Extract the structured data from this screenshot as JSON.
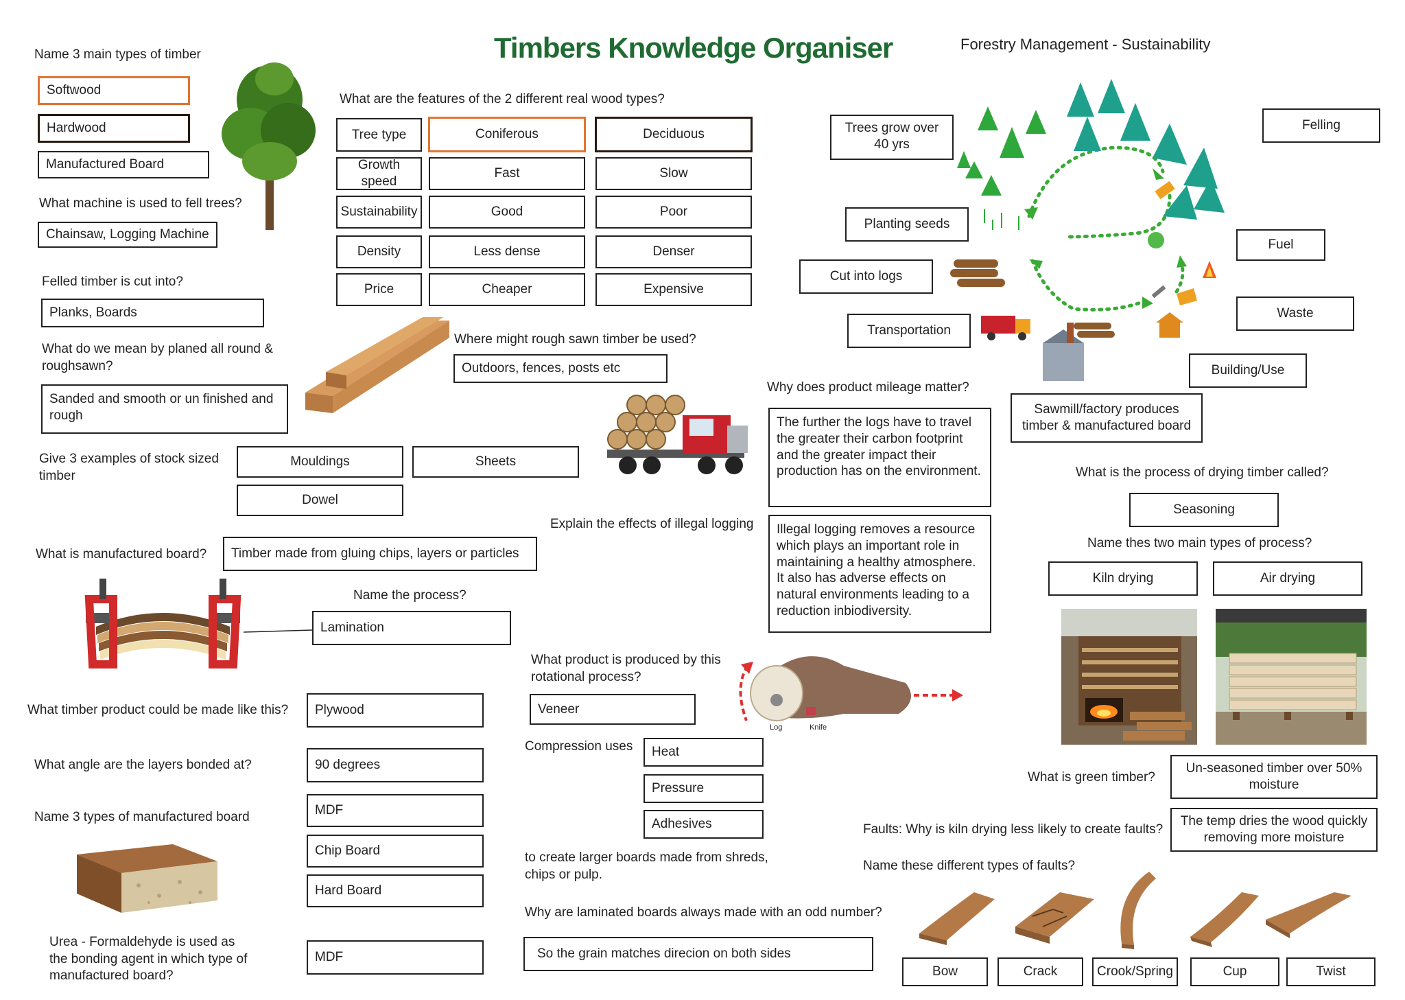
{
  "title": "Timbers Knowledge Organiser",
  "forestry_title": "Forestry Management - Sustainability",
  "left": {
    "q_types": "Name 3 main types of timber",
    "softwood": "Softwood",
    "hardwood": "Hardwood",
    "manufactured_board": "Manufactured Board",
    "q_machine": "What machine is used to fell trees?",
    "a_machine": "Chainsaw, Logging Machine",
    "q_felled": "Felled timber is cut into?",
    "a_felled": "Planks, Boards",
    "q_planed": "What do we mean by planed all round & roughsawn?",
    "a_planed": "Sanded and smooth or un finished and rough",
    "q_stock": "Give 3 examples of stock sized timber",
    "stock_1": "Mouldings",
    "stock_2": "Sheets",
    "stock_3": "Dowel",
    "q_manuf": "What is manufactured board?",
    "a_manuf": "Timber made from gluing chips, layers or particles",
    "q_process": "Name the process?",
    "a_process": "Lamination",
    "q_product": "What timber product could be made like this?",
    "a_product": "Plywood",
    "q_angle": "What angle are the layers bonded at?",
    "a_angle": "90 degrees",
    "q_boards": "Name 3 types of manufactured board",
    "board_1": "MDF",
    "board_2": "Chip Board",
    "board_3": "Hard Board",
    "q_urea": "Urea - Formaldehyde is used as the bonding agent in which type of manufactured board?",
    "a_urea": "MDF"
  },
  "features": {
    "question": "What are the features of the 2 different real wood types?",
    "rows": [
      {
        "label": "Tree type",
        "a": "Coniferous",
        "b": "Deciduous"
      },
      {
        "label": "Growth speed",
        "a": "Fast",
        "b": "Slow"
      },
      {
        "label": "Sustainability",
        "a": "Good",
        "b": "Poor"
      },
      {
        "label": "Density",
        "a": "Less dense",
        "b": "Denser"
      },
      {
        "label": "Price",
        "a": "Cheaper",
        "b": "Expensive"
      }
    ]
  },
  "middle": {
    "q_rough": "Where might rough sawn timber be used?",
    "a_rough": "Outdoors, fences, posts etc",
    "q_mileage": "Why does product mileage matter?",
    "a_mileage": "The further the logs have to travel the greater their carbon footprint and the greater impact their production has on the environment.",
    "q_illegal": "Explain the effects of illegal logging",
    "a_illegal": "Illegal logging removes a resource which plays an important role in maintaining a healthy atmosphere. It also has adverse effects on natural environments leading to a reduction inbiodiversity.",
    "q_rotational": "What product is produced by this rotational process?",
    "a_rotational": "Veneer",
    "log_label": "Log",
    "knife_label": "Knife",
    "compression": "Compression uses",
    "comp_1": "Heat",
    "comp_2": "Pressure",
    "comp_3": "Adhesives",
    "comp_note": "to create larger boards made from shreds, chips or pulp.",
    "q_odd": "Why are laminated boards always made with an odd number?",
    "a_odd": "So the grain matches direcion on both sides"
  },
  "cycle": {
    "trees_grow": "Trees grow over 40 yrs",
    "felling": "Felling",
    "planting": "Planting seeds",
    "fuel": "Fuel",
    "cut_logs": "Cut into logs",
    "waste": "Waste",
    "transport": "Transportation",
    "building": "Building/Use",
    "sawmill": "Sawmill/factory produces timber & manufactured board"
  },
  "right": {
    "q_drying": "What is the process of drying timber called?",
    "a_drying": "Seasoning",
    "q_types": "Name thes two main types of process?",
    "kiln": "Kiln drying",
    "air": "Air drying",
    "q_green": "What is green timber?",
    "a_green": "Un-seasoned timber over 50% moisture",
    "q_faults": "Faults:  Why is kiln drying less likely to create faults?",
    "a_faults": "The temp dries the wood quickly removing more moisture",
    "q_fault_names": "Name these different types of faults?",
    "faults": [
      "Bow",
      "Crack",
      "Crook/Spring",
      "Cup",
      "Twist"
    ]
  }
}
